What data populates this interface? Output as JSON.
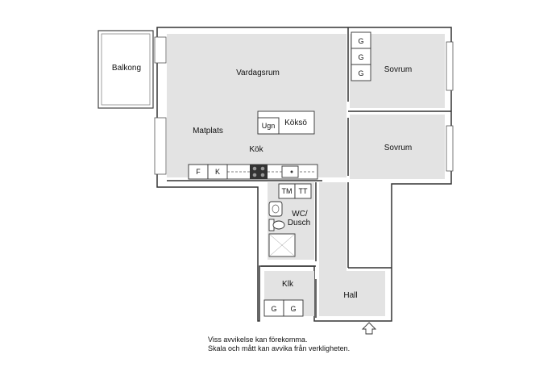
{
  "rooms": {
    "balcony": "Balkong",
    "living_room": "Vardagsrum",
    "dining": "Matplats",
    "kitchen": "Kök",
    "kitchen_island": "Köksö",
    "bedroom_1": "Sovrum",
    "bedroom_2": "Sovrum",
    "bathroom_line1": "WC/",
    "bathroom_line2": "Dusch",
    "closet": "Klk",
    "hall": "Hall"
  },
  "fixtures": {
    "oven": "Ugn",
    "fridge": "F",
    "freezer": "K",
    "washer": "TM",
    "dryer": "TT",
    "wardrobe": "G"
  },
  "colors": {
    "room_fill": "#e3e3e3",
    "wall": "#333333",
    "outer_fill": "#ffffff",
    "balcony_fill": "#ffffff"
  },
  "notes": [
    "Viss avvikelse kan förekomma.",
    "Skala och mått kan avvika från verkligheten."
  ]
}
